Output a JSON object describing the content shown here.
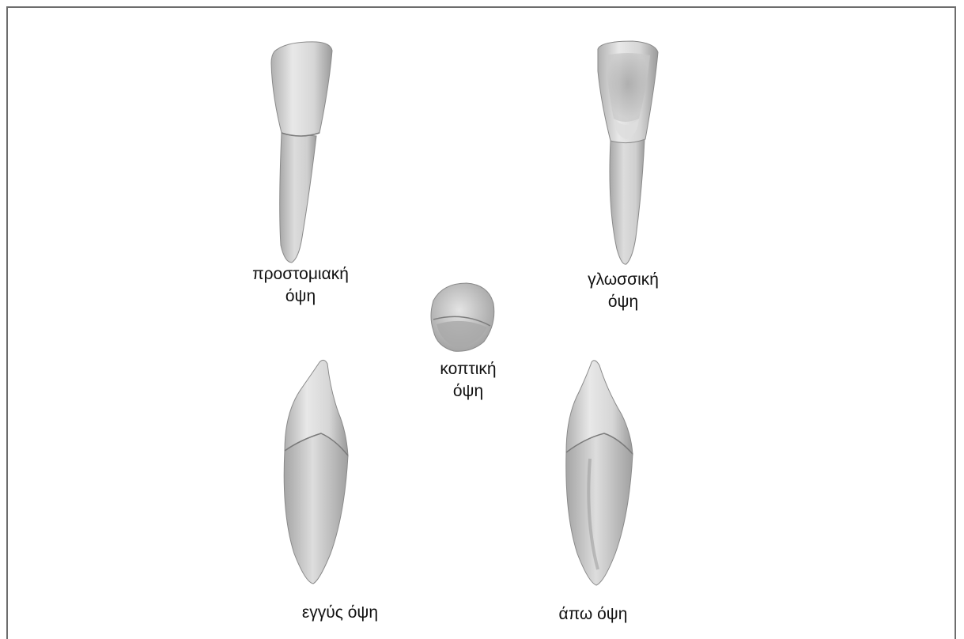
{
  "views": {
    "labial": {
      "name": "labial-view",
      "line1": "προστομιακή",
      "line2": "όψη"
    },
    "lingual": {
      "name": "lingual-view",
      "line1": "γλωσσική",
      "line2": "όψη"
    },
    "incisal": {
      "name": "incisal-view",
      "line1": "κοπτική",
      "line2": "όψη"
    },
    "mesial": {
      "name": "mesial-view",
      "line1": "εγγύς όψη"
    },
    "distal": {
      "name": "distal-view",
      "line1": "άπω όψη"
    }
  },
  "colors": {
    "frame": "#6d6d6d",
    "tooth_light": "#e6e6e6",
    "tooth_mid": "#c4c4c4",
    "tooth_dark": "#8e8e8e",
    "outline": "#7a7a7a"
  }
}
